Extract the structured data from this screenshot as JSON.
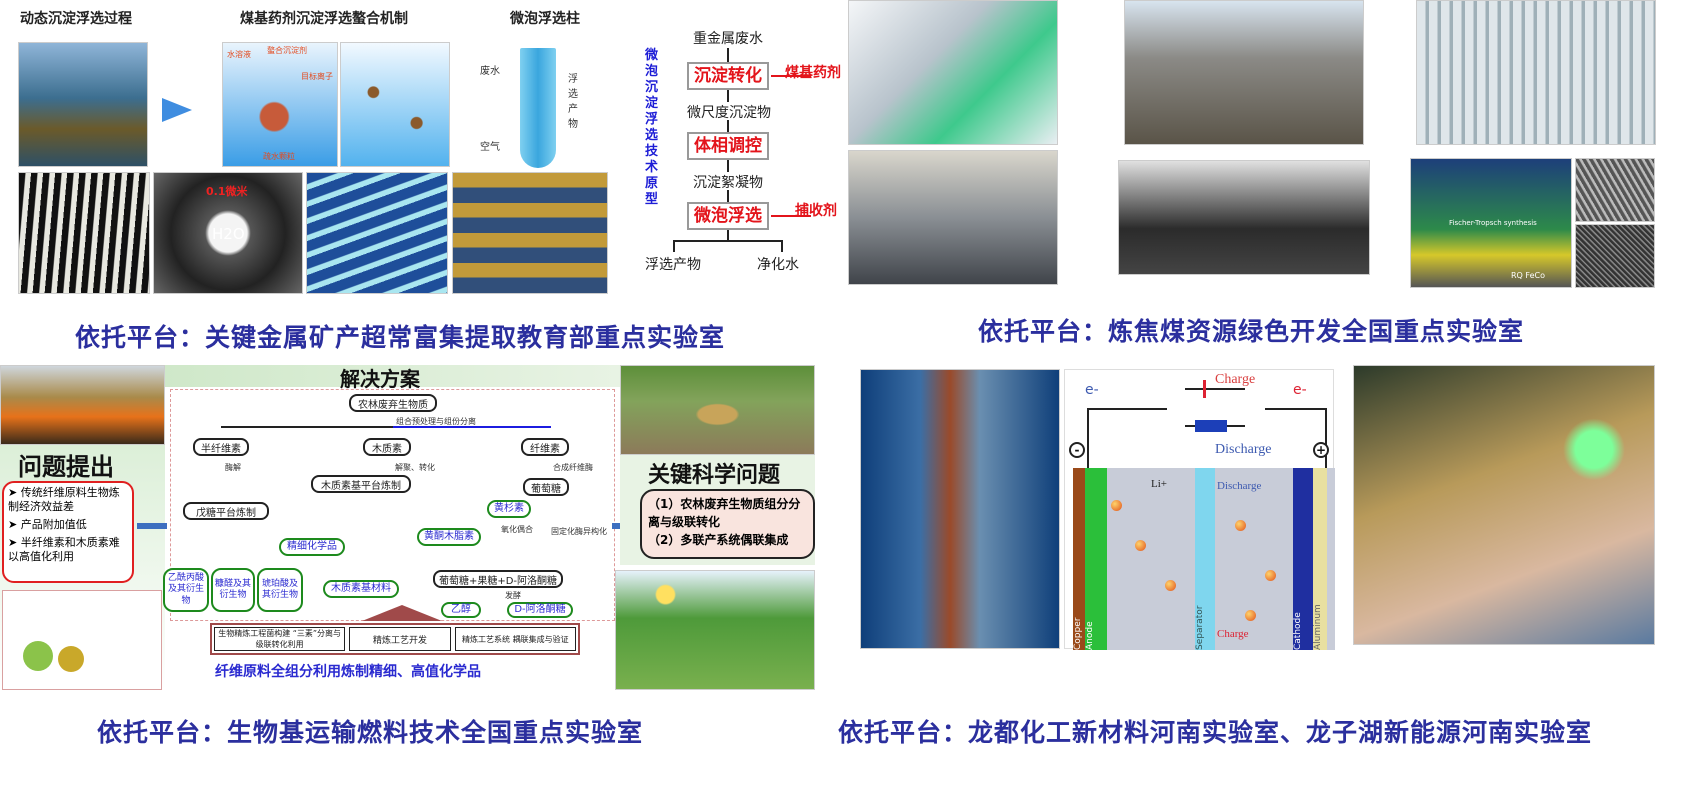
{
  "panel1": {
    "titles": [
      "动态沉淀浮选过程",
      "煤基药剂沉淀浮选螯合机制",
      "微泡浮选柱"
    ],
    "mechanism_labels": [
      "水溶液",
      "螯合沉淀剂",
      "目标离子",
      "疏水颗粒"
    ],
    "column_labels": {
      "inlet": "废水",
      "air": "空气",
      "product": "浮选产物"
    },
    "membrane_label": "H2O",
    "membrane_top": "0.1微米",
    "flow": {
      "side_title": "微泡沉淀浮选技术原型",
      "start": "重金属废水",
      "steps": [
        "沉淀转化",
        "体相调控",
        "微泡浮选"
      ],
      "intermediates": [
        "微尺度沉淀物",
        "沉淀絮凝物"
      ],
      "inputs": [
        "煤基药剂",
        "捕收剂"
      ],
      "outputs": [
        "浮选产物",
        "净化水"
      ]
    },
    "caption": "依托平台：关键金属矿产超常富集提取教育部重点实验室"
  },
  "panel2": {
    "caption": "依托平台：炼焦煤资源绿色开发全国重点实验室",
    "synthesis_label": "Fischer-Tropsch synthesis",
    "material_label": "RQ FeCo"
  },
  "panel3": {
    "problem_title": "问题提出",
    "problems": [
      "传统纤维原料生物炼制经济效益差",
      "产品附加值低",
      "半纤维素和木质素难以高值化利用"
    ],
    "solution_title": "解决方案",
    "root": "农林废弃生物质",
    "root_note": "组合预处理与组份分离",
    "branches": [
      "半纤维素",
      "木质素",
      "纤维素"
    ],
    "notes": {
      "hemi": "酶解",
      "lignin": "解聚、转化",
      "cellulose": "合成纤维酶",
      "coupling": "氧化偶合",
      "immob": "固定化酶异构化",
      "ferm": "发酵"
    },
    "platforms": [
      "戊糖平台炼制",
      "木质素基平台炼制",
      "葡萄糖"
    ],
    "products_hemi": [
      "乙酰丙酸及其衍生物",
      "糠醛及其衍生物",
      "琥珀酸及其衍生物"
    ],
    "products_lignin": [
      "精细化学品",
      "木质素基材料",
      "黄酮木脂素"
    ],
    "flavonoid": "黄杉素",
    "mix": "葡萄糖+果糖+D-阿洛酮糖",
    "products_cellulose": [
      "乙醇",
      "D-阿洛酮糖"
    ],
    "bottom_boxes": [
      "生物精炼工程菌构建 “三素”分离与级联转化利用",
      "精炼工艺开发",
      "精炼工艺系统 耦联集成与验证"
    ],
    "bottom_caption": "纤维原料全组分利用炼制精细、高值化学品",
    "key_title": "关键科学问题",
    "key_items": [
      "（1）农林废弃生物质组分分离与级联转化",
      "（2）多联产系统偶联集成"
    ],
    "caption": "依托平台：生物基运输燃料技术全国重点实验室"
  },
  "panel4": {
    "battery": {
      "charge": "Charge",
      "discharge": "Discharge",
      "electron": "e-",
      "li": "Li+",
      "layers": [
        "Copper",
        "Anode",
        "Separator",
        "Cathode",
        "Aluminum"
      ],
      "neg": "-",
      "pos": "+"
    },
    "caption": "依托平台：龙都化工新材料河南实验室、龙子湖新能源河南实验室"
  }
}
